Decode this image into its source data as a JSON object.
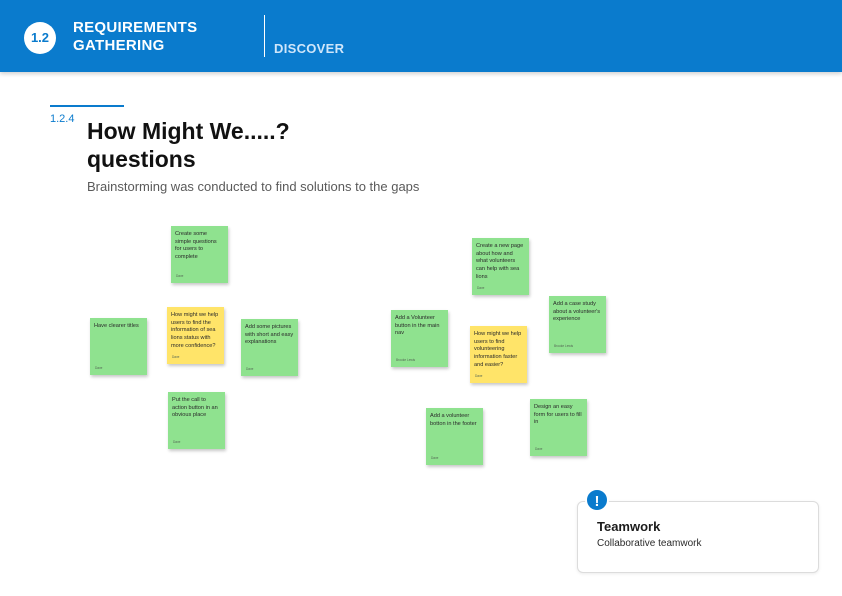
{
  "header": {
    "section_number": "1.2",
    "title_line1": "REQUIREMENTS",
    "title_line2": "GATHERING",
    "phase": "DISCOVER"
  },
  "content": {
    "step_number": "1.2.4",
    "title_line1": "How Might We.....?",
    "title_line2": "questions",
    "subtitle": "Brainstorming was conducted to find solutions to the gaps"
  },
  "clusters": [
    {
      "notes": [
        {
          "color": "green",
          "text": "Create some simple questions for users to complete",
          "author": "Dave"
        },
        {
          "color": "green",
          "text": "Have clearer titles",
          "author": "Dave"
        },
        {
          "color": "yellow",
          "text": "How might we help users to find the information of sea lions status with more confidence?",
          "author": "Dave"
        },
        {
          "color": "green",
          "text": "Add some pictures with short and easy explanations",
          "author": "Dave"
        },
        {
          "color": "green",
          "text": "Put the call to action button in an obvious place",
          "author": "Dave"
        }
      ]
    },
    {
      "notes": [
        {
          "color": "green",
          "text": "Create a new page about how and what volunteers can help with sea lions",
          "author": "Dave"
        },
        {
          "color": "green",
          "text": "Add a case study about a volunteer's experience",
          "author": "Brooke Lewis"
        },
        {
          "color": "green",
          "text": "Add a Volunteer button in the main nav",
          "author": "Brooke Lewis"
        },
        {
          "color": "yellow",
          "text": "How might we help users to find volunteering information faster and easier?",
          "author": "Dave"
        },
        {
          "color": "green",
          "text": "Add a volunteer botton in the footer",
          "author": "Dave"
        },
        {
          "color": "green",
          "text": "Design an easy form for users to fill in",
          "author": "Dave"
        }
      ]
    }
  ],
  "callout": {
    "icon": "exclamation-icon",
    "title": "Teamwork",
    "body": "Collaborative teamwork"
  },
  "colors": {
    "brand_blue": "#0a7bcd",
    "sticky_green": "#8fe28f",
    "sticky_yellow": "#ffe469"
  }
}
